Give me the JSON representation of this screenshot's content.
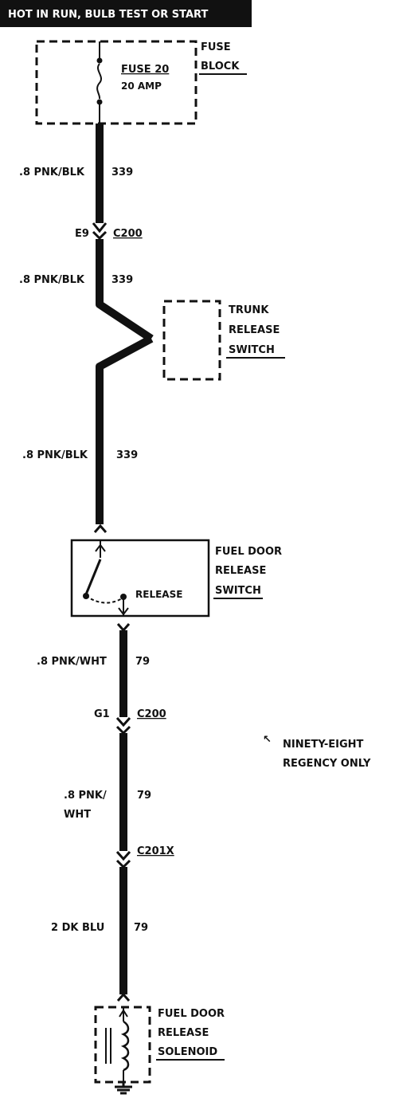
{
  "header": {
    "text": "HOT IN RUN, BULB TEST OR START"
  },
  "fuse_block": {
    "name": [
      "FUSE",
      "BLOCK"
    ],
    "fuse_name": "FUSE 20",
    "fuse_rating": "20 AMP"
  },
  "wires": [
    {
      "gauge_color": ".8 PNK/BLK",
      "circuit": "339"
    },
    {
      "gauge_color": ".8 PNK/BLK",
      "circuit": "339"
    },
    {
      "gauge_color": ".8 PNK/BLK",
      "circuit": "339"
    },
    {
      "gauge_color": ".8 PNK/WHT",
      "circuit": "79"
    },
    {
      "gauge_color_lines": [
        ".8 PNK/",
        "WHT"
      ],
      "circuit": "79"
    },
    {
      "gauge_color": "2 DK BLU",
      "circuit": "79"
    }
  ],
  "connectors": [
    {
      "pin": "E9",
      "name": "C200"
    },
    {
      "pin": "G1",
      "name": "C200"
    },
    {
      "pin": "",
      "name": "C201X"
    }
  ],
  "trunk_switch": {
    "name": [
      "TRUNK",
      "RELEASE",
      "SWITCH"
    ]
  },
  "fuel_door_switch": {
    "name": [
      "FUEL DOOR",
      "RELEASE",
      "SWITCH"
    ],
    "position_label": "RELEASE"
  },
  "note": {
    "lines": [
      "NINETY-EIGHT",
      "REGENCY ONLY"
    ]
  },
  "solenoid": {
    "name": [
      "FUEL DOOR",
      "RELEASE",
      "SOLENOID"
    ]
  }
}
